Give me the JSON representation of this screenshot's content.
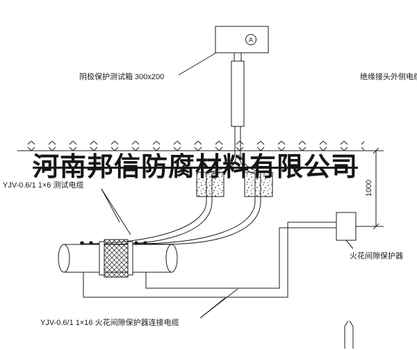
{
  "drawing": {
    "watermark": "河南邦信防腐材料有限公司",
    "ammeter_symbol": "A",
    "labels": {
      "test_box": "阴极保护测试箱 300x200",
      "insulated_joint_cable": "绝缘接头外侧电缆",
      "test_cable": "YJV-0.6/1 1×6  测试电缆",
      "spark_gap_cable": "YJV-0.6/1 1×16  火花间隙保护器连接电缆",
      "spark_gap_protector": "火花间隙保护器",
      "dimension_1000": "1000"
    },
    "colors": {
      "line": "#1a1a1a",
      "background": "#ffffff"
    }
  }
}
